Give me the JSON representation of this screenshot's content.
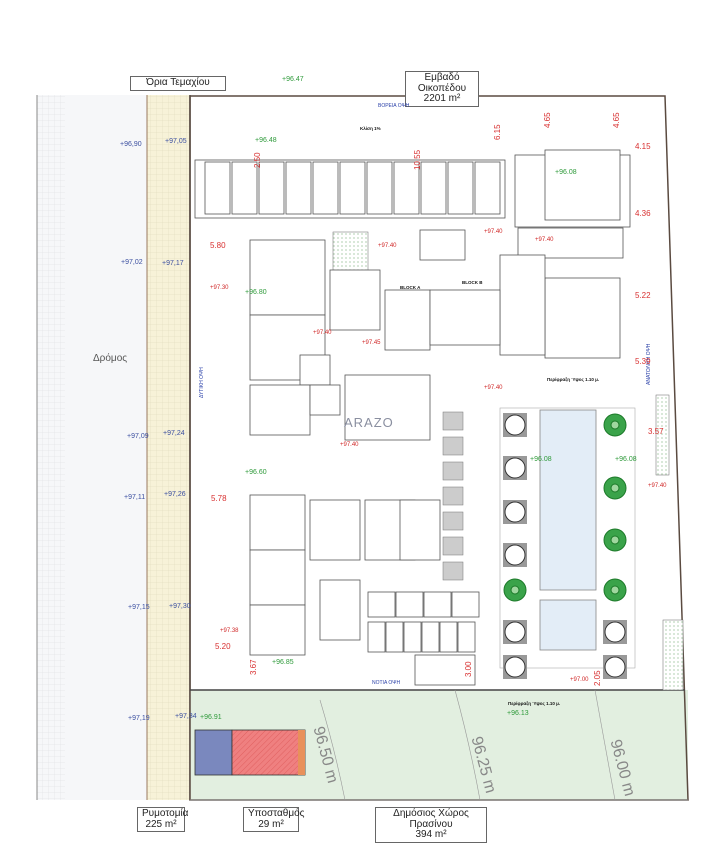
{
  "labels": {
    "plot_limits": "Όρια Τεμαχίου",
    "plot_area_title": "Εμβαδό Οικοπέδου",
    "plot_area_value": "2201 m²",
    "road": "Δρόμος",
    "road_reserve_title": "Ρυμοτομία",
    "road_reserve_value": "225 m²",
    "substation_title": "Υποσταθμός",
    "substation_value": "29 m²",
    "green_space_title": "Δημόσιος Χώρος Πρασίνου",
    "green_space_value": "394 m²",
    "watermark": "ARAZO"
  },
  "views": {
    "north": "ΒΟΡΕΙΑ ΟΨΗ",
    "west": "ΔΥΤΙΚΗ ΟΨΗ",
    "east": "ΑΝΑΤΟΛΙΚΗ ΟΨΗ",
    "south": "ΝΟΤΙΑ ΟΨΗ"
  },
  "notes": {
    "slope": "Κλίση 1%",
    "block_a": "BLOCK A",
    "block_b": "BLOCK B",
    "fence_1": "Περίφραξη Ύψος 1.10 μ.",
    "fence_2": "Περίφραξη Ύψος 1.10 μ."
  },
  "contours": [
    "96.50 m",
    "96.25 m",
    "96.00 m"
  ],
  "elevations_road": [
    "+96,90",
    "+97,05",
    "+97,02",
    "+97,17",
    "+97,09",
    "+97,24",
    "+97,11",
    "+97,26",
    "+97,15",
    "+97,30",
    "+97,19",
    "+97,34"
  ],
  "elevations_ground": [
    "+96.47",
    "+96.48",
    "+96.80",
    "+96.60",
    "+96.85",
    "+96.91",
    "+96.13",
    "+96.08",
    "+96.08",
    "+96.08"
  ],
  "elevations_floor": [
    "+97.40",
    "+97.40",
    "+97.40",
    "+97.30",
    "+97.40",
    "+97.45",
    "+97.40",
    "+97.40",
    "+97.40",
    "+97.00",
    "+97.38"
  ],
  "dimensions": [
    "5.80",
    "5.78",
    "5.20",
    "3.57",
    "4.15",
    "4.36",
    "5.22",
    "5.39",
    "2.50",
    "10.55",
    "6.15",
    "4.65",
    "4.65",
    "3.67",
    "3.00",
    "2.05"
  ],
  "colors": {
    "road_reserve": "#f7f2d8",
    "green_space": "#e2efe0",
    "substation_blue": "#7a88be",
    "substation_red": "#ef8080",
    "pool": "#e3edf7",
    "elevation_blue": "#3b4fa0",
    "elevation_green": "#2e9a3a",
    "dimension_red": "#d83030"
  }
}
